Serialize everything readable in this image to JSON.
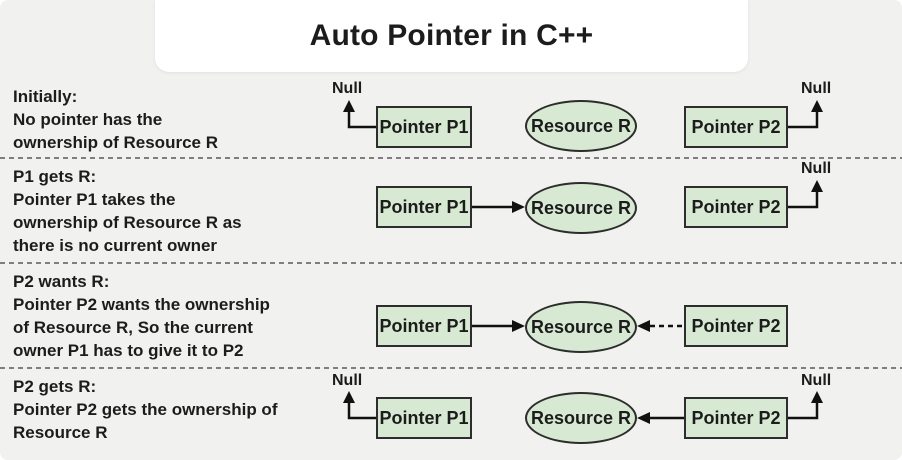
{
  "title": "Auto Pointer in C++",
  "shapes": {
    "pointer_p1": "Pointer P1",
    "pointer_p2": "Pointer P2",
    "resource": "Resource R",
    "null_label": "Null"
  },
  "colors": {
    "background": "#f1f1ef",
    "card": "#ffffff",
    "shape_fill": "#d7e9d2",
    "shape_border": "#2d2d2d",
    "text": "#1c1c1c",
    "divider": "#7f7f7f",
    "arrow": "#111111"
  },
  "rows": [
    {
      "id": "initially",
      "text": "Initially:\nNo pointer has the\nownership of Resource R",
      "connections": {
        "p1": "null",
        "p2": "null"
      }
    },
    {
      "id": "p1-gets-r",
      "text": "P1 gets R:\nPointer P1 takes the\nownership of Resource R as\nthere is no current owner",
      "connections": {
        "p1": "resource-solid",
        "p2": "null"
      }
    },
    {
      "id": "p2-wants-r",
      "text": "P2 wants R:\nPointer P2 wants the ownership\nof Resource R, So the current\nowner P1 has to give it to P2",
      "connections": {
        "p1": "resource-solid",
        "p2": "resource-dashed"
      }
    },
    {
      "id": "p2-gets-r",
      "text": "P2 gets R:\nPointer P2 gets the ownership of\nResource R",
      "connections": {
        "p1": "null",
        "p2": "resource-solid"
      }
    }
  ]
}
